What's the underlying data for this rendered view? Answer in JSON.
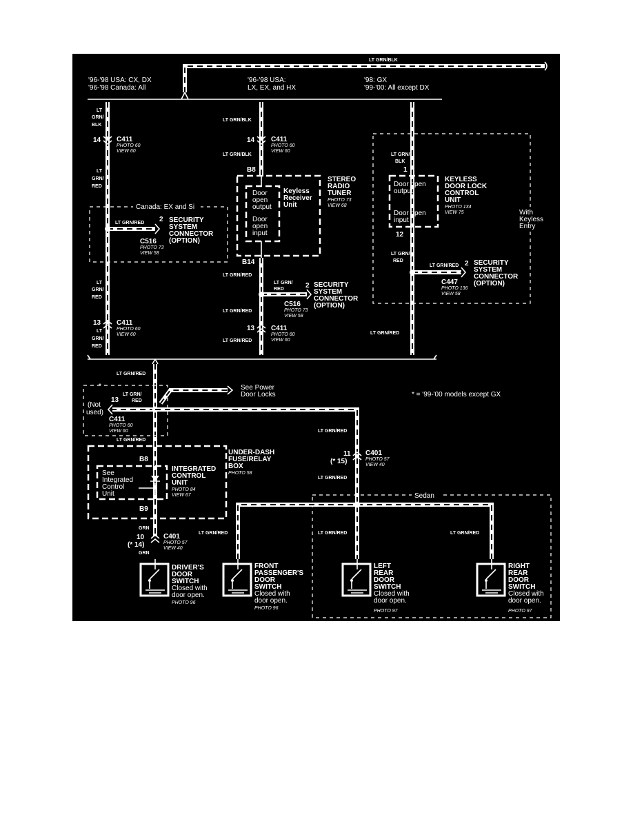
{
  "top_wire": "LT GRN/BLK",
  "branches": {
    "left": [
      "'96-'98 USA: CX, DX",
      "'96-'98 Canada: All"
    ],
    "mid": [
      "'96-'98 USA:",
      "LX, EX, and HX"
    ],
    "right": [
      "'98: GX",
      "'99-'00: All except DX"
    ]
  },
  "wire_labels": {
    "lt": "LT",
    "grn": "GRN/",
    "blk": "BLK",
    "red": "RED",
    "grn_plain": "GRN",
    "lt_grn_blk": "LT GRN/BLK",
    "lt_grn_red": "LT GRN/RED",
    "lt_grn_slash": "LT GRN/",
    "lt_grn_red_short": "LT GRN/RED"
  },
  "connectors": {
    "c411": "C411",
    "c516": "C516",
    "c447": "C447",
    "c401": "C401",
    "photo60": "PHOTO 60",
    "view60": "VIEW 60",
    "photo73": "PHOTO 73",
    "view58": "VIEW 58",
    "view68": "VIEW 68",
    "photo136": "PHOTO 136",
    "photo57": "PHOTO 57",
    "view40": "VIEW 40",
    "photo134": "PHOTO 134",
    "view75": "VIEW 75",
    "photo58": "PHOTO 58",
    "photo84": "PHOTO 84",
    "view67": "VIEW 67",
    "photo96": "PHOTO 96",
    "photo97": "PHOTO 97"
  },
  "pins": {
    "p14": "14",
    "p13": "13",
    "p2": "2",
    "p1": "1",
    "p12": "12",
    "p11": "11",
    "p10": "10",
    "b8": "B8",
    "b14": "B14",
    "b9": "B9",
    "star15": "(* 15)",
    "star14": "(* 14)"
  },
  "canada_box": "Canada: EX and Si",
  "security": [
    "SECURITY",
    "SYSTEM",
    "CONNECTOR",
    "(OPTION)"
  ],
  "stereo": [
    "STEREO",
    "RADIO",
    "TUNER"
  ],
  "keyless_receiver": [
    "Keyless",
    "Receiver",
    "Unit"
  ],
  "door_open_output": [
    "Door",
    "open",
    "output"
  ],
  "door_open_input": [
    "Door",
    "open",
    "input"
  ],
  "keyless_unit": [
    "KEYLESS",
    "DOOR LOCK",
    "CONTROL",
    "UNIT"
  ],
  "keyless_out": [
    "Door open",
    "output"
  ],
  "keyless_in": [
    "Door open",
    "input"
  ],
  "with_keyless": [
    "With",
    "Keyless",
    "Entry"
  ],
  "see_power": [
    "See Power",
    "Door Locks"
  ],
  "not_used": [
    "(Not",
    "used)"
  ],
  "footnote": "* = '99-'00 models except GX",
  "asterisk": "*",
  "underdash": [
    "UNDER-DASH",
    "FUSE/RELAY",
    "BOX"
  ],
  "icu": [
    "INTEGRATED",
    "CONTROL",
    "UNIT"
  ],
  "see_icu": [
    "See",
    "Integrated",
    "Control",
    "Unit"
  ],
  "sedan": "Sedan",
  "switches": {
    "driver": [
      "DRIVER'S",
      "DOOR",
      "SWITCH"
    ],
    "front": [
      "FRONT",
      "PASSENGER'S",
      "DOOR",
      "SWITCH"
    ],
    "left": [
      "LEFT",
      "REAR",
      "DOOR",
      "SWITCH"
    ],
    "right": [
      "RIGHT",
      "REAR",
      "DOOR",
      "SWITCH"
    ],
    "closed": [
      "Closed with",
      "door open."
    ]
  }
}
